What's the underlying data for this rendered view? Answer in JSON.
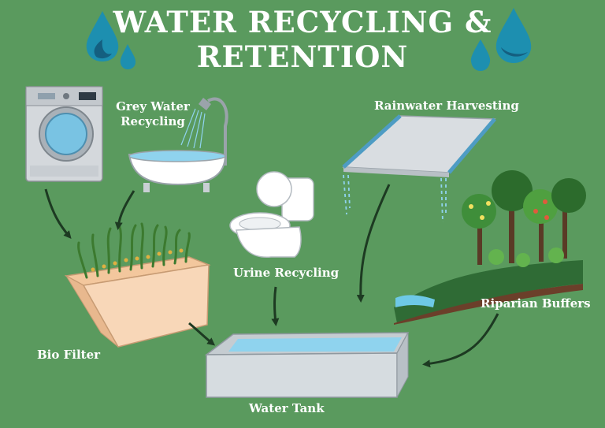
{
  "title": {
    "line1": "WATER RECYCLING &",
    "line2": "RETENTION"
  },
  "labels": {
    "grey_water": [
      "Grey Water",
      "Recycling"
    ],
    "rainwater": "Rainwater Harvesting",
    "urine": "Urine Recycling",
    "bio_filter": "Bio Filter",
    "riparian": "Riparian Buffers",
    "water_tank": "Water Tank"
  },
  "colors": {
    "background": "#5a9a5e",
    "arrow": "#1d3a22",
    "water": "#8fd3ee",
    "drop": "#1d8fb0",
    "drop_dark": "#145f80",
    "planter": "#f5d2b0"
  },
  "icons": [
    "washing-machine-icon",
    "bathtub-icon",
    "toilet-icon",
    "roof-panel-icon",
    "bio-filter-planter-icon",
    "riparian-trees-icon",
    "water-tank-icon",
    "water-drop-icon"
  ]
}
